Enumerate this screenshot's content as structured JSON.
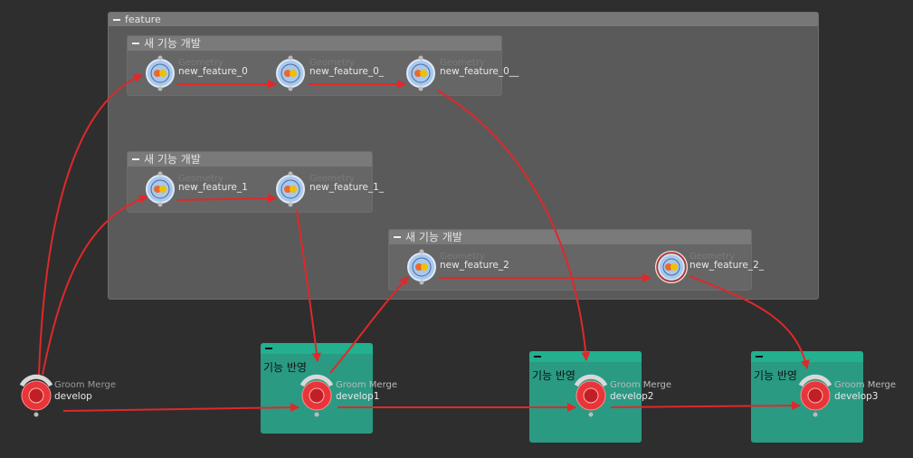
{
  "feature_box": {
    "title": "feature"
  },
  "subnets": [
    {
      "title": "새 기능 개발"
    },
    {
      "title": "새 기능 개발"
    },
    {
      "title": "새 기능 개발"
    }
  ],
  "merge_boxes": [
    {
      "title": "기능 반영"
    },
    {
      "title": "기능 반영"
    },
    {
      "title": "기능 반영"
    }
  ],
  "feature_nodes": [
    {
      "label": "new_feature_0",
      "type": "Geometry"
    },
    {
      "label": "new_feature_0_",
      "type": "Geometry"
    },
    {
      "label": "new_feature_0__",
      "type": "Geometry"
    },
    {
      "label": "new_feature_1",
      "type": "Geometry"
    },
    {
      "label": "new_feature_1_",
      "type": "Geometry"
    },
    {
      "label": "new_feature_2",
      "type": "Geometry"
    },
    {
      "label": "new_feature_2_",
      "type": "Geometry"
    }
  ],
  "merge_nodes": [
    {
      "label": "develop",
      "type": "Groom Merge"
    },
    {
      "label": "develop1",
      "type": "Groom Merge"
    },
    {
      "label": "develop2",
      "type": "Groom Merge"
    },
    {
      "label": "develop3",
      "type": "Groom Merge"
    }
  ],
  "colors": {
    "background": "#2e2e2e",
    "feature_box": "#5a5a5a",
    "subnet_box": "#666666",
    "merge_box": "#2a9a82",
    "wire": "#e0282a",
    "geo_node": "#a8c8f0",
    "merge_node": "#e8353a"
  }
}
